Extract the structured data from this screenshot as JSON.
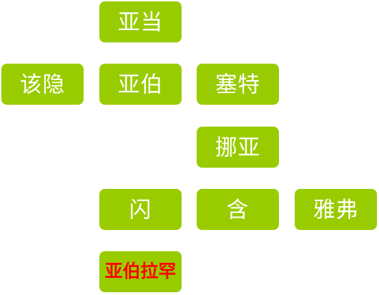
{
  "colors": {
    "node_fill": "#99cc00",
    "node_text": "#ffffff",
    "highlight_text": "#ff0000"
  },
  "nodes": {
    "adam": "亚当",
    "cain": "该隐",
    "abel": "亚伯",
    "seth": "塞特",
    "noah": "挪亚",
    "shem": "闪",
    "ham": "含",
    "japheth": "雅弗",
    "abraham": "亚伯拉罕"
  }
}
